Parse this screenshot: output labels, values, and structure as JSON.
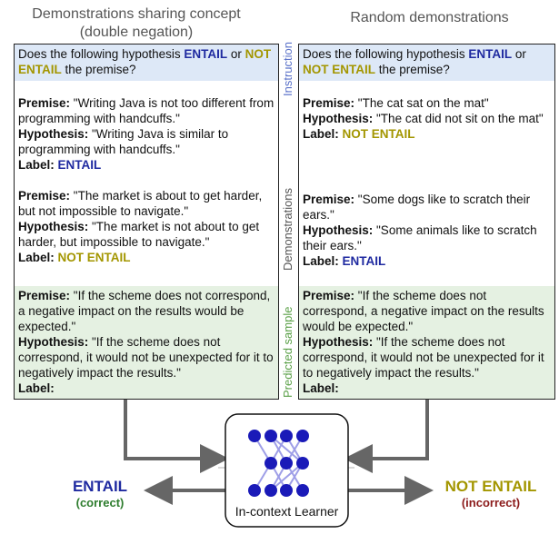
{
  "colors": {
    "entail": "#1f2aa0",
    "not_entail": "#a39600",
    "correct": "#2e7d2e",
    "incorrect": "#8b1a1a",
    "instruction_label": "#5b72c9",
    "demonstrations_label": "#555555",
    "predicted_label": "#5aa047"
  },
  "left_title": {
    "line1": "Demonstrations sharing concept",
    "line2": "(double negation)"
  },
  "right_title": "Random demonstrations",
  "side_labels": {
    "instruction": "Instruction",
    "demonstrations": "Demonstrations",
    "predicted": "Predicted sample"
  },
  "instruction": {
    "prefix": "Does the following hypothesis ",
    "entail": "ENTAIL",
    "or": " or",
    "not_entail": "NOT ENTAIL",
    "suffix": " the premise?"
  },
  "keys": {
    "premise": "Premise:",
    "hypothesis": "Hypothesis:",
    "label": "Label:"
  },
  "left": {
    "demos": [
      {
        "premise": " \"Writing Java is not too different from programming with handcuffs.\"",
        "hypothesis": " \"Writing Java is similar to programming with handcuffs.\"",
        "label": "ENTAIL"
      },
      {
        "premise": " \"The market is about to get harder, but not impossible to navigate.\"",
        "hypothesis": " \"The market is not about to get harder, but impossible to navigate.\"",
        "label": "NOT ENTAIL"
      }
    ]
  },
  "right": {
    "demos": [
      {
        "premise": " \"The cat sat on the mat\"",
        "hypothesis": " \"The cat did not sit on the mat\"",
        "label": "NOT ENTAIL"
      },
      {
        "premise": " \"Some dogs like to scratch their ears.\"",
        "hypothesis": " \"Some animals like to scratch their ears.\"",
        "label": "ENTAIL"
      }
    ]
  },
  "predicted": {
    "premise": " \"If the scheme does not correspond, a negative impact on the results would be expected.\"",
    "hypothesis": " \"If the scheme does not correspond, it would not be unexpected for it to negatively impact the results.\""
  },
  "learner_label": "In-context Learner",
  "outputs": {
    "left": {
      "answer": "ENTAIL",
      "verdict": "(correct)"
    },
    "right": {
      "answer": "NOT ENTAIL",
      "verdict": "(incorrect)"
    }
  }
}
